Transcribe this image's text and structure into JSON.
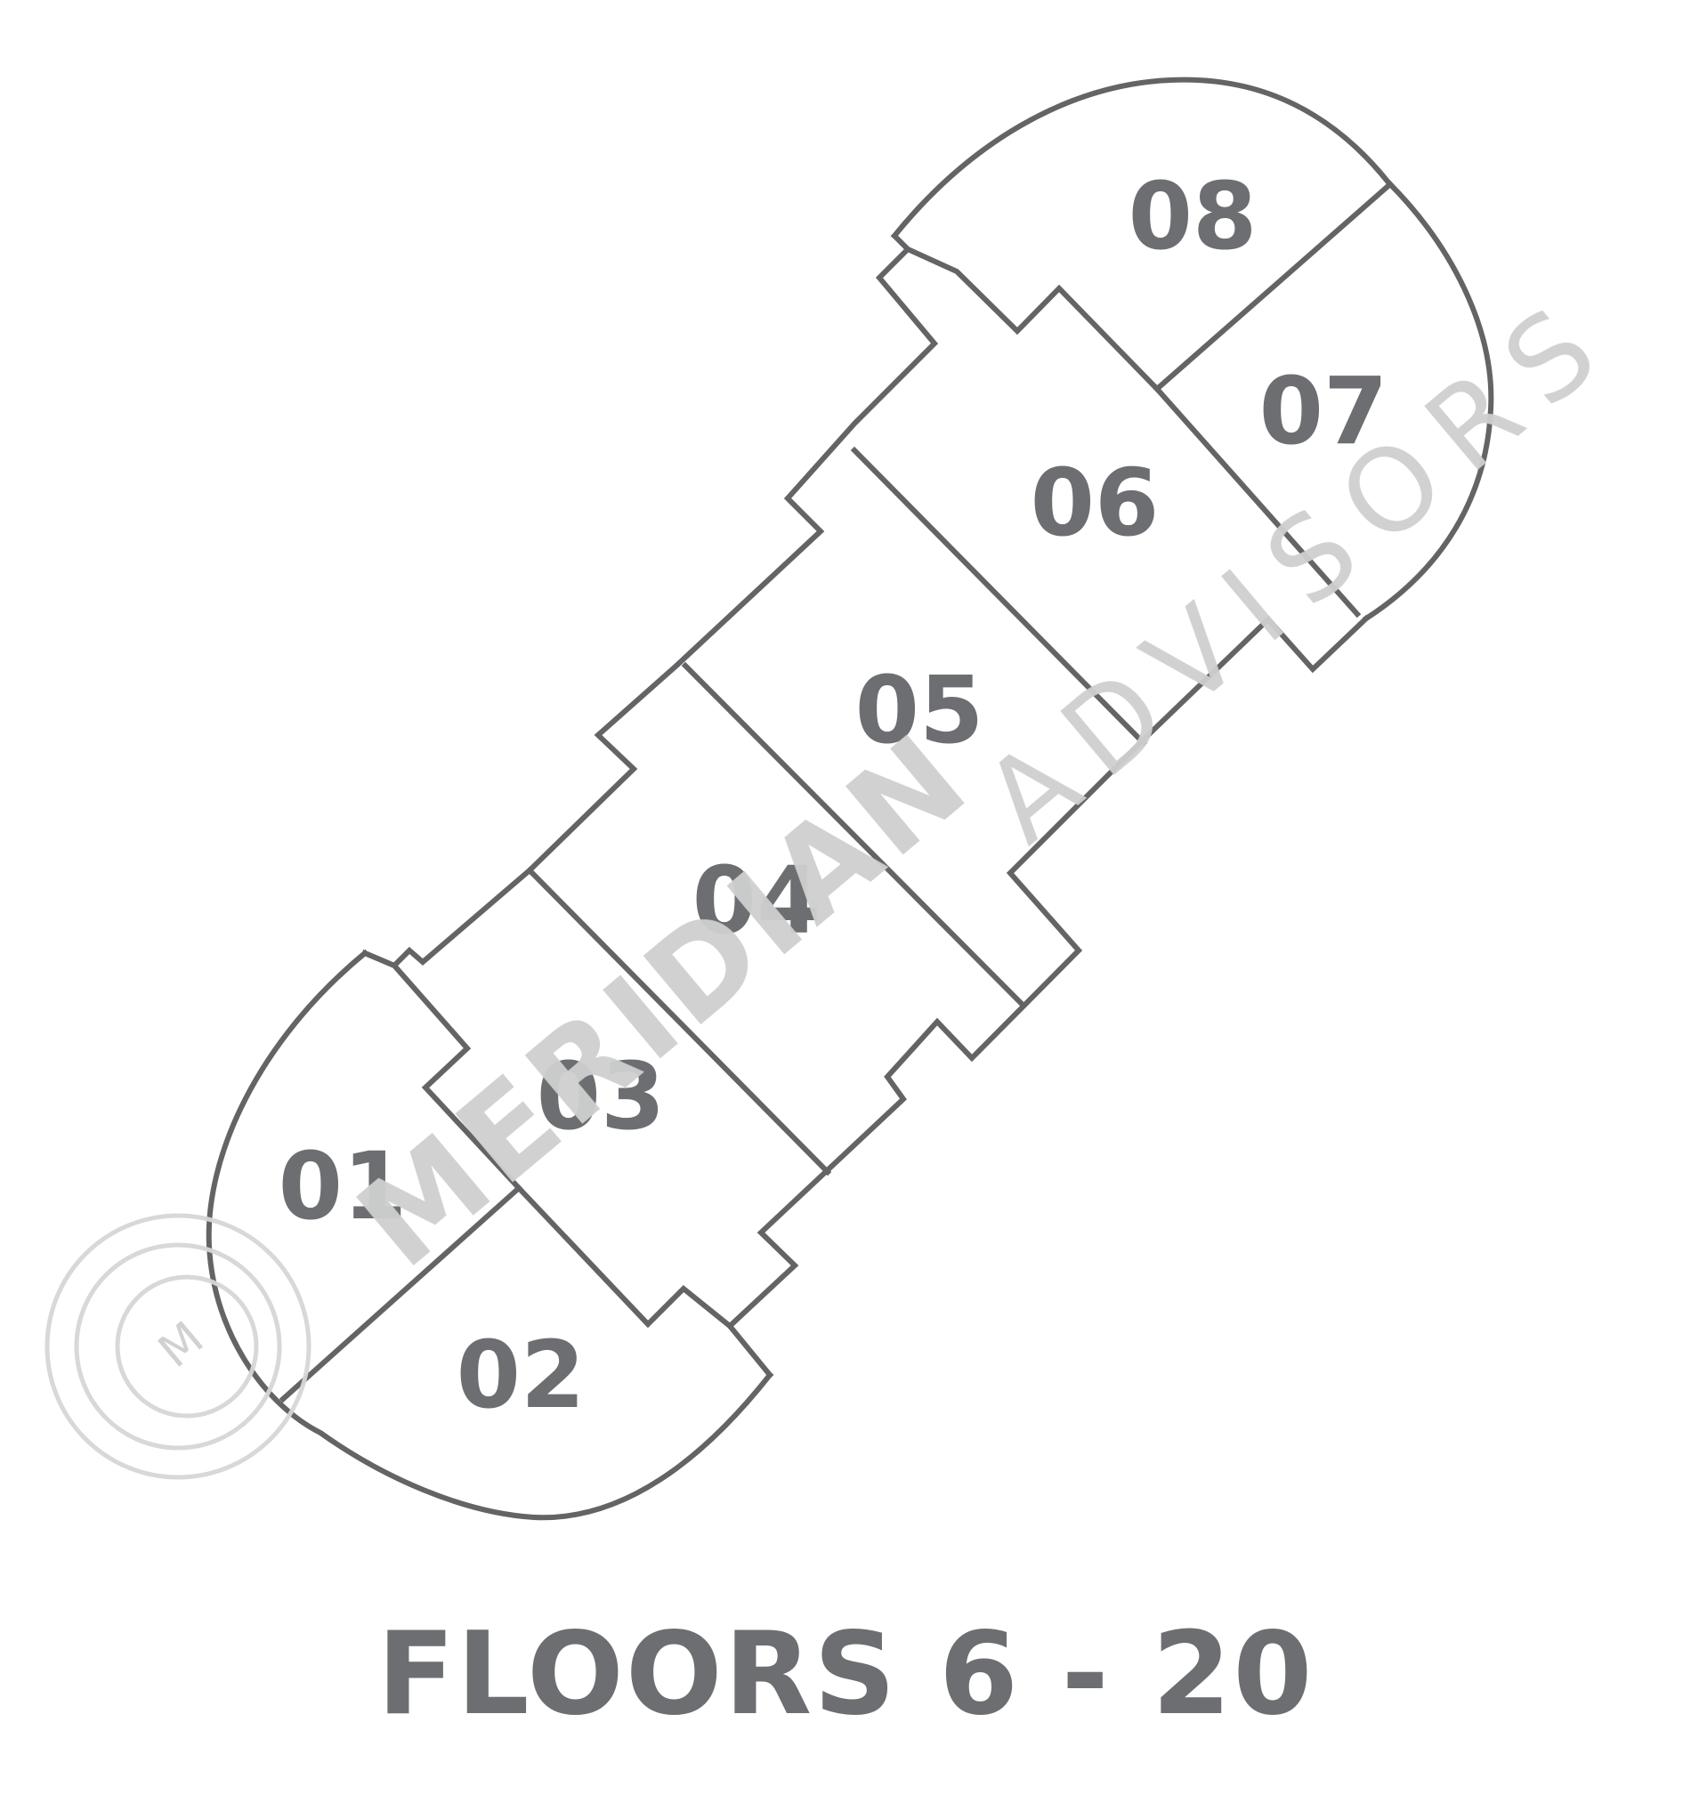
{
  "plan": {
    "units": [
      {
        "id": "unit-01",
        "label": "01"
      },
      {
        "id": "unit-02",
        "label": "02"
      },
      {
        "id": "unit-03",
        "label": "03"
      },
      {
        "id": "unit-04",
        "label": "04"
      },
      {
        "id": "unit-05",
        "label": "05"
      },
      {
        "id": "unit-06",
        "label": "06"
      },
      {
        "id": "unit-07",
        "label": "07"
      },
      {
        "id": "unit-08",
        "label": "08"
      }
    ],
    "caption": "FLOORS 6 - 20"
  },
  "watermark": {
    "word_primary": "MERIDIAN",
    "word_secondary": "ADVISORS",
    "monogram": "M"
  },
  "colors": {
    "walls": "#636466",
    "labels": "#6d6e71",
    "watermark": "#cfcfcf"
  }
}
